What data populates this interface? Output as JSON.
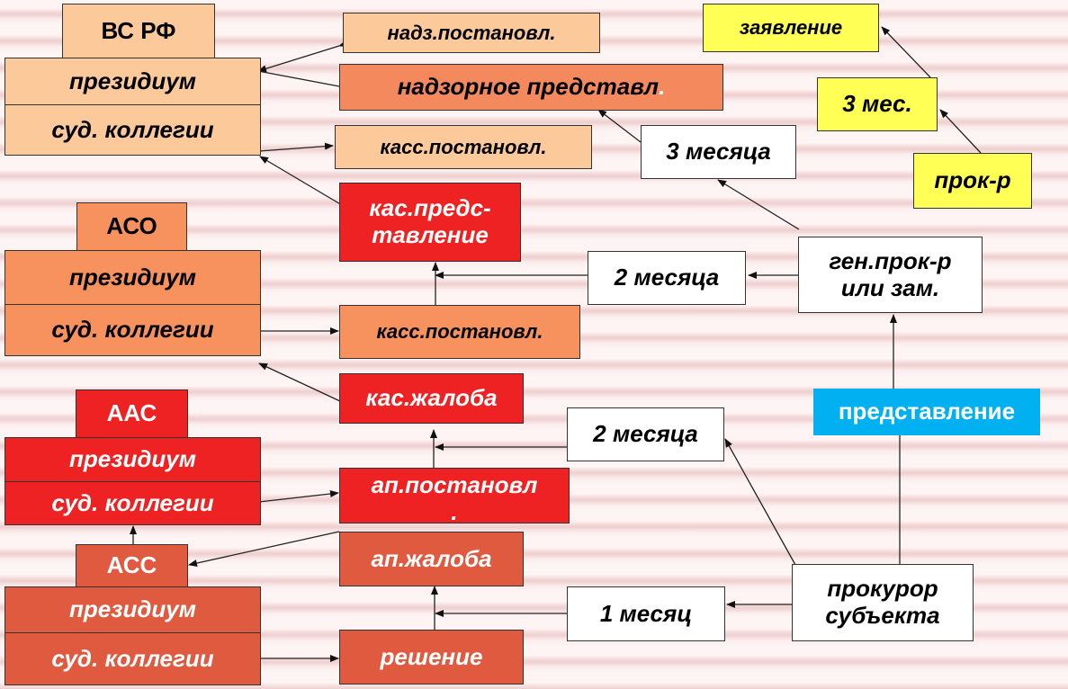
{
  "vs_rf": {
    "title": "ВС РФ",
    "presidium": "президиум",
    "colleges": "суд. коллегии"
  },
  "aso": {
    "title": "АСО",
    "presidium": "президиум",
    "colleges": "суд. коллегии"
  },
  "aac": {
    "title": "ААС",
    "presidium": "президиум",
    "colleges": "суд. коллегии"
  },
  "acc": {
    "title": "АСС",
    "presidium": "президиум",
    "colleges": "суд. коллегии"
  },
  "middle": {
    "nadz_postanovl": "надз.постановл.",
    "nadz_predstavl": "надзорное представл",
    "nadz_predstavl_dot": ".",
    "kass_postanovl_top": "касс.постановл.",
    "kas_predstavlenie_1": "кас.предс-",
    "kas_predstavlenie_2": "тавление",
    "kass_postanovl": "касс.постановл.",
    "kas_zhaloba": "кас.жалоба",
    "ap_postanovl": "ап.постановл",
    "ap_postanovl_dot": ".",
    "ap_zhaloba": "ап.жалоба",
    "reshenie": "решение"
  },
  "periods": {
    "three_months": "3 месяца",
    "two_months_upper": "2 месяца",
    "two_months_lower": "2 месяца",
    "one_month": "1 месяц"
  },
  "right": {
    "gen_prok_1": "ген.прок-р",
    "gen_prok_2": "или зам.",
    "predstavlenie": "представление",
    "prokuror_1": "прокурор",
    "prokuror_2": "субъекта"
  },
  "corner": {
    "zayavlenie": "заявление",
    "three_mes": "3 мес.",
    "prok_r": "прок-р"
  },
  "colors": {
    "peach": "#fcc99a",
    "orange": "#f7925f",
    "red": "#ee2222",
    "coral": "#e05a40",
    "yellow": "#ffff55",
    "cyan": "#00b0f0"
  }
}
